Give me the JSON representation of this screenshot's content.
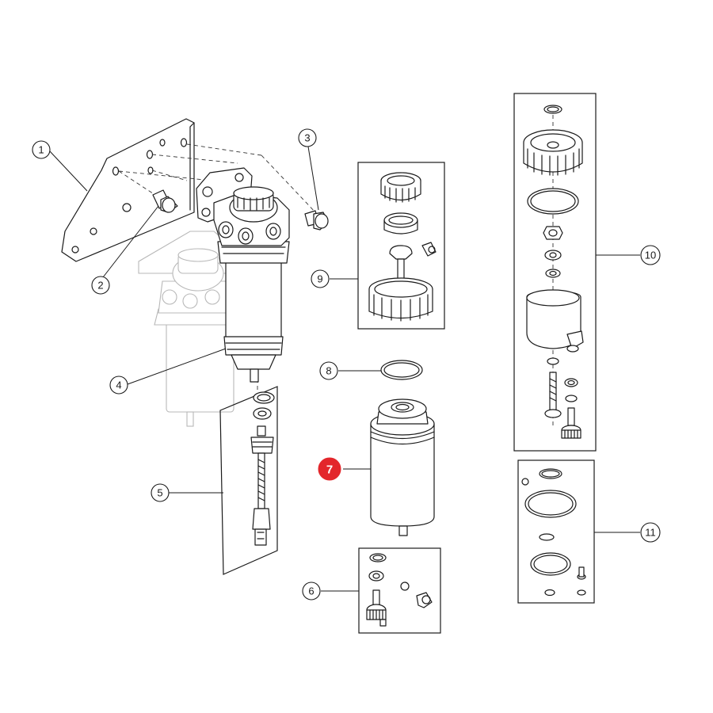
{
  "callouts": [
    {
      "id": "1",
      "label": "1"
    },
    {
      "id": "2",
      "label": "2"
    },
    {
      "id": "3",
      "label": "3"
    },
    {
      "id": "4",
      "label": "4"
    },
    {
      "id": "5",
      "label": "5"
    },
    {
      "id": "6",
      "label": "6"
    },
    {
      "id": "7",
      "label": "7",
      "highlighted": true
    },
    {
      "id": "8",
      "label": "8"
    },
    {
      "id": "9",
      "label": "9"
    },
    {
      "id": "10",
      "label": "10"
    },
    {
      "id": "11",
      "label": "11"
    }
  ],
  "colors": {
    "line": "#1a1a1a",
    "ghost": "#b8b8b8",
    "highlight": "#e3262b",
    "background": "#ffffff"
  }
}
